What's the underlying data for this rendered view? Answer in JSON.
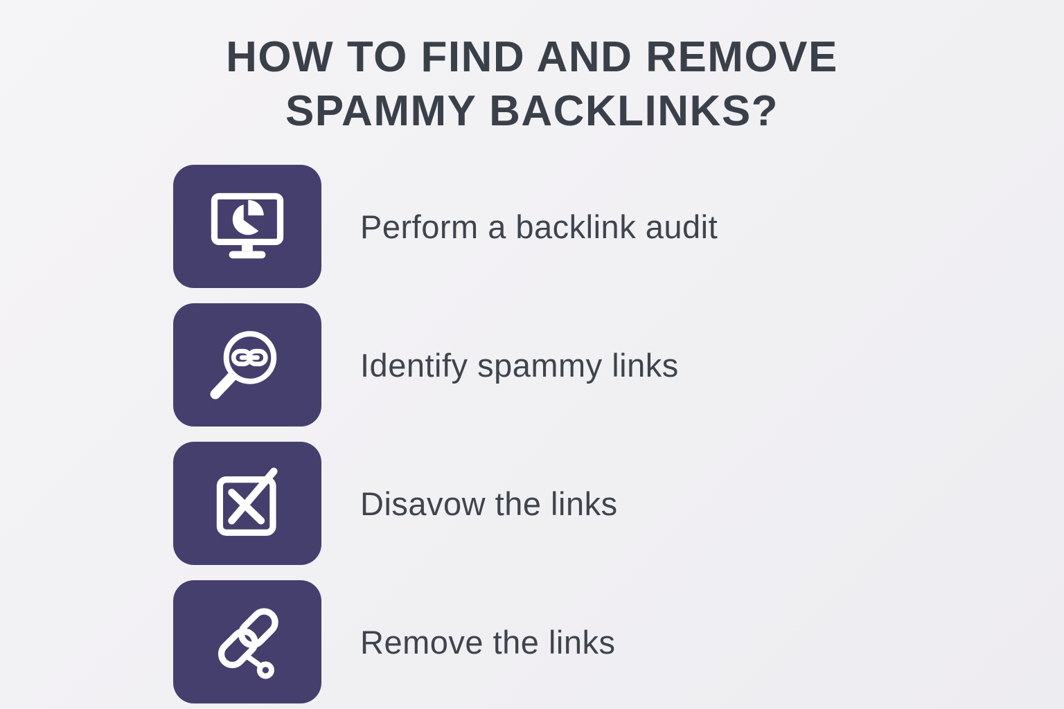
{
  "title": "HOW TO FIND AND REMOVE SPAMMY BACKLINKS?",
  "colors": {
    "icon_bg": "#453f6d",
    "icon_fg": "#ffffff",
    "title": "#3a4049",
    "text": "#3e444e",
    "bg1": "#f5f4f6",
    "bg2": "#edecf0"
  },
  "steps": [
    {
      "label": "Perform a backlink audit",
      "icon": "monitor-pie-chart-icon"
    },
    {
      "label": "Identify spammy links",
      "icon": "magnifier-link-icon"
    },
    {
      "label": "Disavow the links",
      "icon": "checkbox-cross-icon"
    },
    {
      "label": "Remove the links",
      "icon": "chain-link-node-icon"
    }
  ]
}
